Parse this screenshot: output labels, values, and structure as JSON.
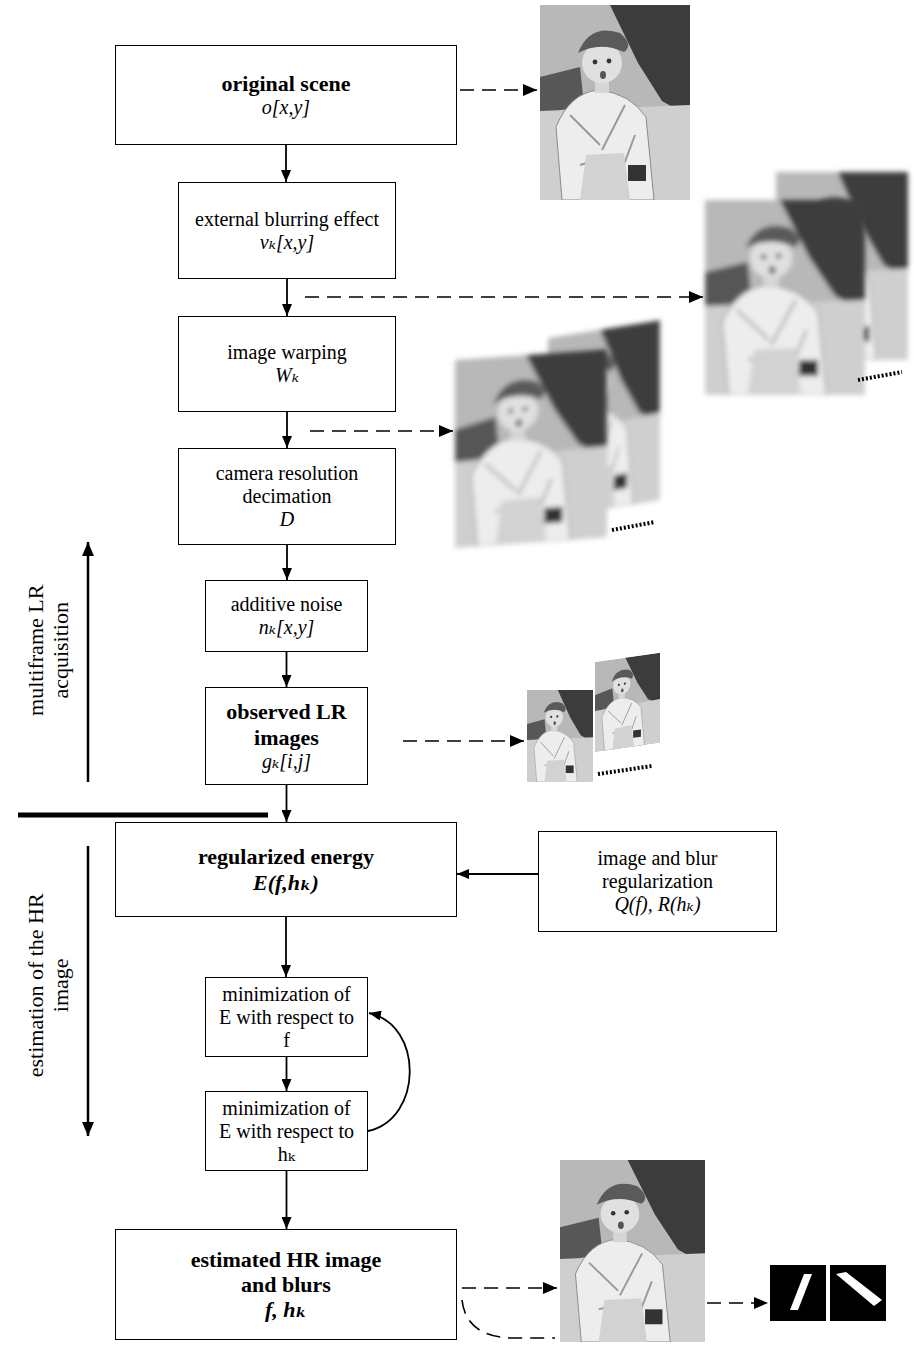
{
  "diagram": {
    "nodes": [
      {
        "text": [
          "original scene",
          "o[x,y]"
        ]
      },
      {
        "text": [
          "external blurring effect",
          "vₖ[x,y]"
        ]
      },
      {
        "text": [
          "image warping",
          "Wₖ"
        ]
      },
      {
        "text": [
          "camera resolution decimation",
          "D"
        ]
      },
      {
        "text": [
          "additive noise",
          "nₖ[x,y]"
        ]
      },
      {
        "text": [
          "observed LR images",
          "gₖ[i,j]"
        ]
      },
      {
        "text": [
          "regularized energy",
          "E(f,hₖ)"
        ]
      },
      {
        "text": [
          "image and blur regularization",
          "Q(f), R(hₖ)"
        ]
      },
      {
        "text": [
          "minimization of E with respect to f"
        ]
      },
      {
        "text": [
          "minimization of E with respect to hₖ"
        ]
      },
      {
        "text": [
          "estimated HR image and blurs",
          "f, hₖ"
        ]
      }
    ],
    "edges": [
      {
        "from": 0,
        "to": 1,
        "arrow": "to"
      },
      {
        "from": 1,
        "to": 2,
        "arrow": "to"
      },
      {
        "from": 2,
        "to": 3,
        "arrow": "to"
      },
      {
        "from": 3,
        "to": 4,
        "arrow": "to"
      },
      {
        "from": 4,
        "to": 5,
        "arrow": "to"
      },
      {
        "from": 5,
        "to": 6,
        "arrow": "to"
      },
      {
        "from": 7,
        "to": 6,
        "arrow": "to"
      },
      {
        "from": 6,
        "to": 8,
        "arrow": "to"
      },
      {
        "from": 8,
        "to": 9,
        "arrow": "to"
      },
      {
        "from": 9,
        "to": 8,
        "arrow": "to"
      },
      {
        "from": 9,
        "to": 10,
        "arrow": "to"
      }
    ],
    "labels": [
      "multiframe LR acquisition",
      "estimation of the HR image"
    ]
  }
}
